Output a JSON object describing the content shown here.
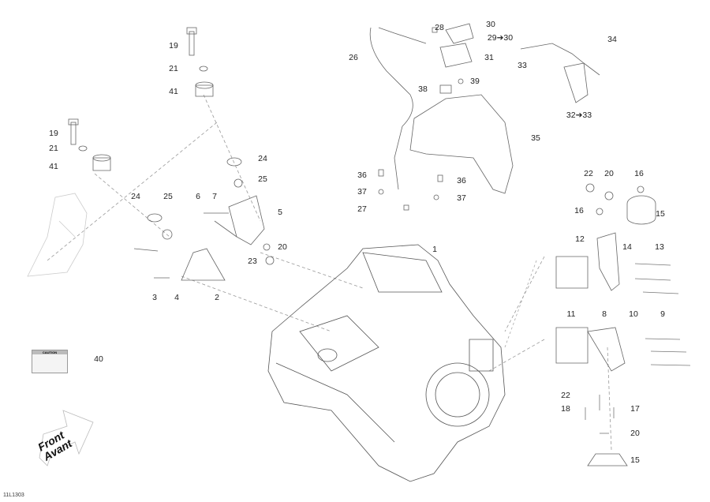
{
  "diagram_id": "11L1303",
  "front_arrow": {
    "line1": "Front",
    "line2": "Avant"
  },
  "decal_label": {
    "heading": "CAUTION"
  },
  "callouts": [
    "19",
    "21",
    "41",
    "19",
    "21",
    "41",
    "24",
    "25",
    "6",
    "7",
    "5",
    "24",
    "25",
    "20",
    "23",
    "3",
    "4",
    "2",
    "1",
    "40",
    "26",
    "28",
    "30",
    "29➔30",
    "31",
    "38",
    "39",
    "35",
    "36",
    "37",
    "27",
    "36",
    "37",
    "33",
    "34",
    "32➔33",
    "22",
    "20",
    "16",
    "16",
    "15",
    "12",
    "14",
    "13",
    "11",
    "8",
    "10",
    "9",
    "22",
    "18",
    "17",
    "20",
    "15"
  ]
}
